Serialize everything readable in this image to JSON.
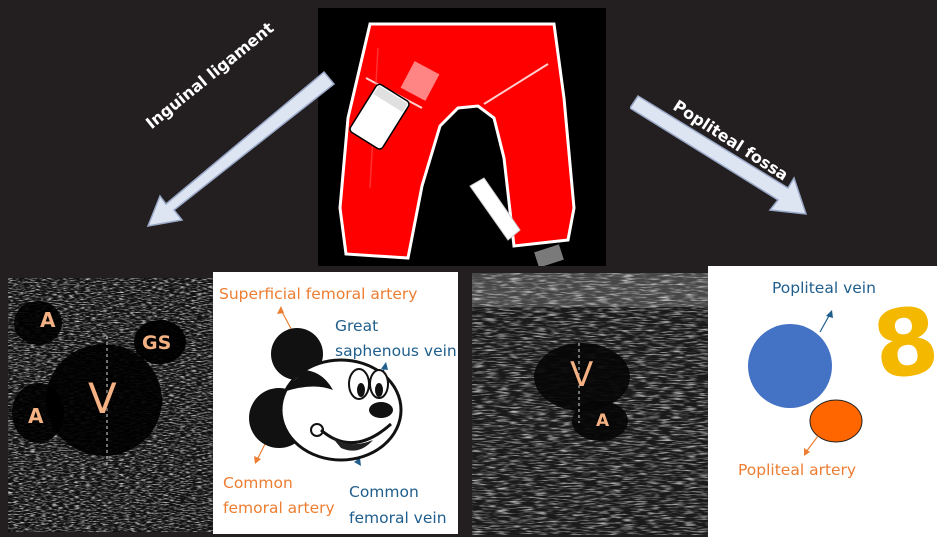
{
  "top": {
    "left_arrow_label": "Inguinal ligament",
    "right_arrow_label": "Popliteal fossa"
  },
  "left_ultrasound": {
    "labels": {
      "artery_top": "A",
      "artery_bottom": "A",
      "vein": "V",
      "gs": "GS"
    }
  },
  "left_diagram": {
    "superficial_femoral_artery": "Superficial femoral artery",
    "great_saphenous_vein_line1": "Great",
    "great_saphenous_vein_line2": "saphenous vein",
    "common_femoral_artery_line1": "Common",
    "common_femoral_artery_line2": "femoral artery",
    "common_femoral_vein_line1": "Common",
    "common_femoral_vein_line2": "femoral vein"
  },
  "right_ultrasound": {
    "labels": {
      "vein": "V",
      "artery": "A"
    }
  },
  "right_diagram": {
    "popliteal_vein": "Popliteal vein",
    "popliteal_artery": "Popliteal artery",
    "figure_eight": "8"
  },
  "colors": {
    "background_dark": "#231f20",
    "leg_red": "#ff0000",
    "vein_blue": "#4472c4",
    "artery_orange": "#ff6600",
    "label_orange": "#ed7d31",
    "label_blue": "#1f5e8c",
    "eight_yellow": "#f5b800"
  }
}
